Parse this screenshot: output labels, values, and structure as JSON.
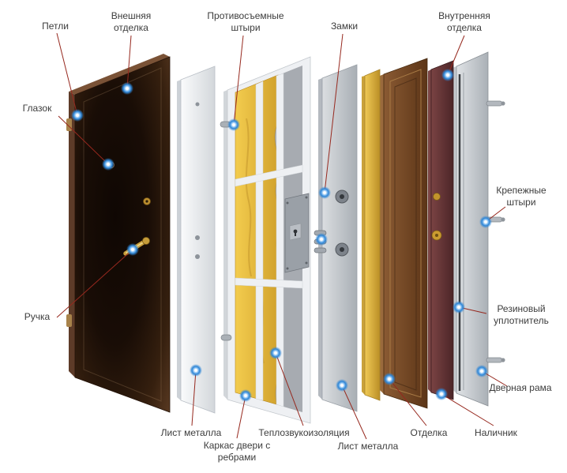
{
  "labels": {
    "hinges": "Петли",
    "exterior_finish": "Внешняя отделка",
    "anti_removal_pins": "Противосъемные штыри",
    "locks": "Замки",
    "interior_finish": "Внутренняя отделка",
    "peephole": "Глазок",
    "handle": "Ручка",
    "fastening_pins": "Крепежные штыри",
    "rubber_seal": "Резиновый уплотнитель",
    "door_frame": "Дверная рама",
    "metal_sheet_outer": "Лист металла",
    "frame_with_ribs": "Каркас двери с ребрами",
    "insulation": "Теплозвукоизоляция",
    "metal_sheet_inner": "Лист металла",
    "finish": "Отделка",
    "casing": "Наличник"
  },
  "colors": {
    "leader_line": "#96281e",
    "marker_glow": "#2f86d6",
    "background": "#ffffff",
    "exterior_door": "#1c0e07",
    "insulation_foam": "#e4b83a",
    "interior_wood": "#7a4a28",
    "casing_maroon": "#5e3032",
    "frame_gray": "#c3c8cd"
  }
}
